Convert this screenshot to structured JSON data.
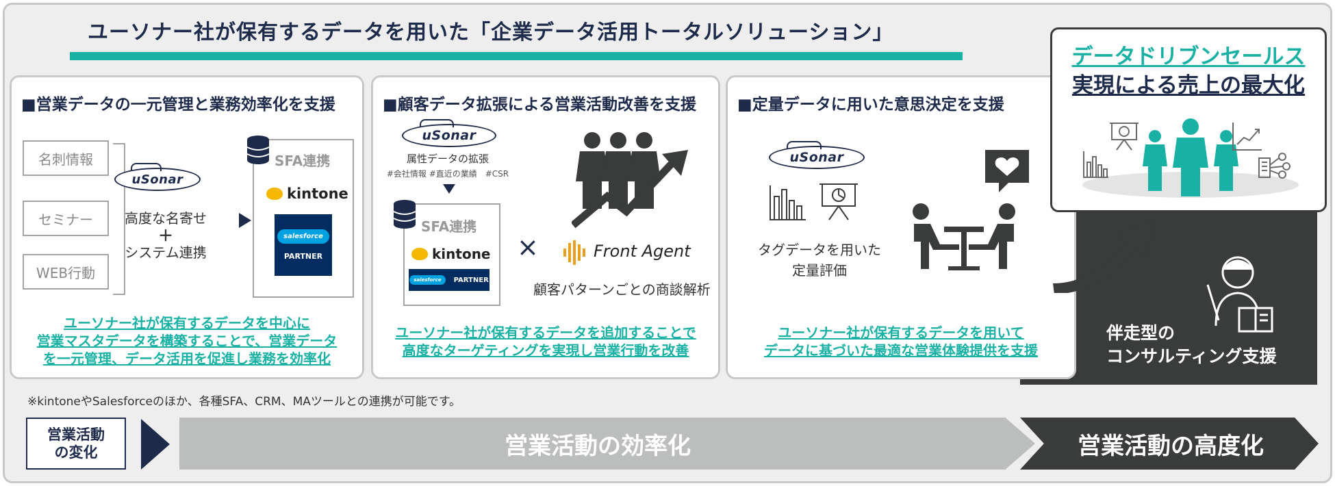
{
  "title": "ユーソナー社が保有するデータを用いた「企業データ活用トータルソリューション」",
  "logo_text": "uSonar",
  "panels": [
    {
      "title": "■営業データの一元管理と業務効率化を支援",
      "sources": [
        "名刺情報",
        "セミナー",
        "WEB行動"
      ],
      "process_line1": "高度な名寄せ",
      "process_plus": "＋",
      "process_line2": "システム連携",
      "sfa_label": "SFA連携",
      "kintone": "kintone",
      "salesforce": "salesforce",
      "partner": "PARTNER",
      "link_lines": [
        "ユーソナー社が保有するデータを中心に",
        "営業マスタデータを構築することで、営業データ",
        "を一元管理、データ活用を促進し業務を効率化"
      ]
    },
    {
      "title": "■顧客データ拡張による営業活動改善を支援",
      "attr_title": "属性データの拡張",
      "attr_tags": "#会社情報 #直近の業績　#CSR",
      "sfa_label": "SFA連携",
      "kintone": "kintone",
      "salesforce": "salesforce",
      "partner": "PARTNER",
      "times": "×",
      "front_agent": "Front Agent",
      "analysis": "顧客パターンごとの商談解析",
      "link_lines": [
        "ユーソナー社が保有するデータを追加することで",
        "高度なターゲティングを実現し営業行動を改善"
      ]
    },
    {
      "title": "■定量データに用いた意思決定を支援",
      "tag_eval_line1": "タグデータを用いた",
      "tag_eval_line2": "定量評価",
      "link_lines": [
        "ユーソナー社が保有するデータを用いて",
        "データに基づいた最適な営業体験提供を支援"
      ]
    }
  ],
  "right_box": {
    "line1": "データドリブンセールス",
    "line2": "実現による売上の最大化"
  },
  "consulting_line1": "伴走型の",
  "consulting_line2": "コンサルティング支援",
  "note": "※kintoneやSalesforceのほか、各種SFA、CRM、MAツールとの連携が可能です。",
  "change_label_line1": "営業活動",
  "change_label_line2": "の変化",
  "efficiency": "営業活動の効率化",
  "sophistication": "営業活動の高度化",
  "colors": {
    "navy": "#1e2a4a",
    "teal": "#1ab1a5",
    "dark": "#3a3b3b",
    "gray": "#bcbdbd"
  }
}
